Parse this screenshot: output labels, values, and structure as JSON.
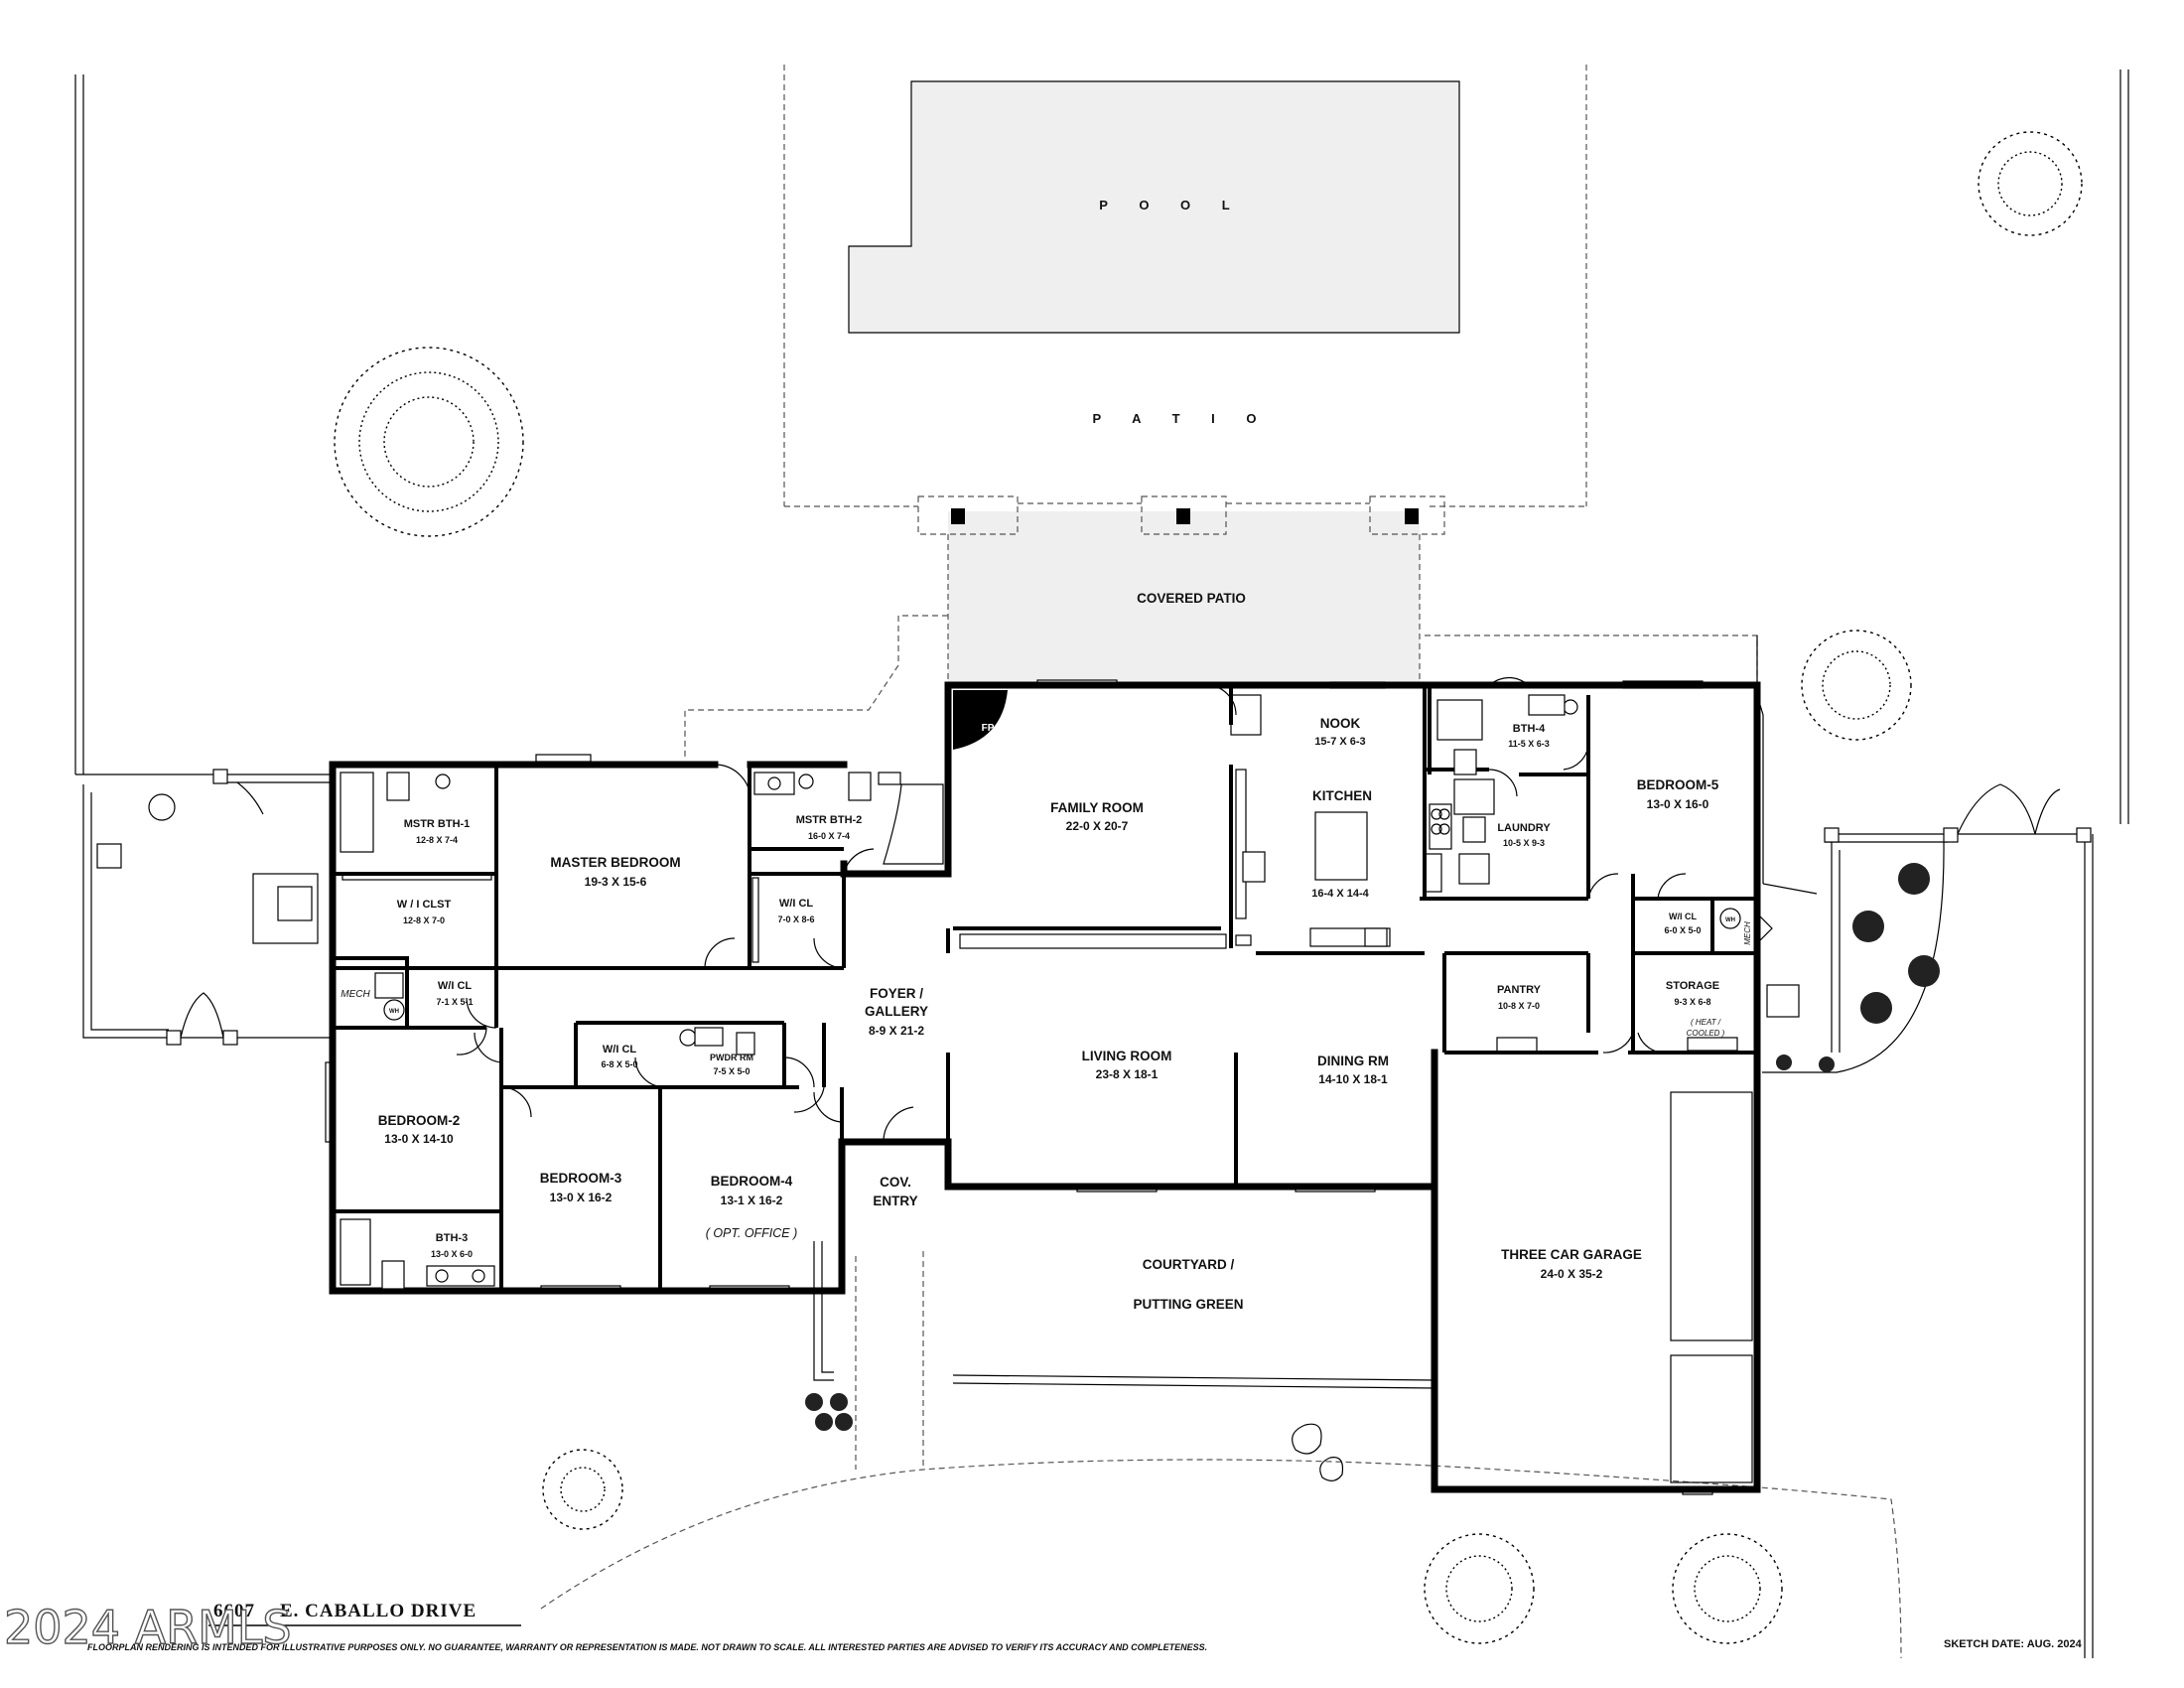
{
  "outdoor": {
    "pool": "P O O L",
    "patio": "P A T I O",
    "covered_patio": "COVERED PATIO",
    "courtyard_line1": "COURTYARD /",
    "courtyard_line2": "PUTTING GREEN"
  },
  "rooms": {
    "mstr_bth1": {
      "name": "MSTR BTH-1",
      "dims": "12-8 X 7-4"
    },
    "master_bedroom": {
      "name": "MASTER BEDROOM",
      "dims": "19-3  X  15-6"
    },
    "mstr_bth2": {
      "name": "MSTR BTH-2",
      "dims": "16-0 X 7-4"
    },
    "wi_clst": {
      "name": "W / I  CLST",
      "dims": "12-8 X 7-0"
    },
    "wi_cl_master": {
      "name": "W/I CL",
      "dims": "7-0 X 8-6"
    },
    "family_room": {
      "name": "FAMILY ROOM",
      "dims": "22-0  X  20-7"
    },
    "fp": "FP",
    "nook": {
      "name": "NOOK",
      "dims": "15-7 X 6-3"
    },
    "kitchen": {
      "name": "KITCHEN",
      "dims": "16-4 X 14-4"
    },
    "bth4": {
      "name": "BTH-4",
      "dims": "11-5 X 6-3"
    },
    "laundry": {
      "name": "LAUNDRY",
      "dims": "10-5 X 9-3"
    },
    "bedroom5": {
      "name": "BEDROOM-5",
      "dims": "13-0  X  16-0"
    },
    "wi_cl_b5": {
      "name": "W/I CL",
      "dims": "6-0 X 5-0"
    },
    "mech_right": "MECH",
    "wh_right": "WH",
    "pantry": {
      "name": "PANTRY",
      "dims": "10-8 X 7-0"
    },
    "storage": {
      "name": "STORAGE",
      "dims": "9-3 X 6-8",
      "note_1": "( HEAT /",
      "note_2": "COOLED )"
    },
    "mech_left": "MECH",
    "wh_left": "WH",
    "wi_cl_b2": {
      "name": "W/I CL",
      "dims": "7-1 X 5-1"
    },
    "foyer": {
      "name_1": "FOYER  /",
      "name_2": "GALLERY",
      "dims": "8-9 X 21-2"
    },
    "wi_cl_b3": {
      "name": "W/I CL",
      "dims": "6-8 X 5-0"
    },
    "pwdr_rm": {
      "name": "PWDR RM",
      "dims": "7-5 X 5-0"
    },
    "living_room": {
      "name": "LIVING ROOM",
      "dims": "23-8  X  18-1"
    },
    "dining_rm": {
      "name": "DINING RM",
      "dims": "14-10 X 18-1"
    },
    "bedroom2": {
      "name": "BEDROOM-2",
      "dims": "13-0  X  14-10"
    },
    "bedroom3": {
      "name": "BEDROOM-3",
      "dims": "13-0  X  16-2"
    },
    "bedroom4": {
      "name": "BEDROOM-4",
      "dims": "13-1  X  16-2",
      "note": "( OPT. OFFICE )"
    },
    "cov_entry": {
      "name_1": "COV.",
      "name_2": "ENTRY"
    },
    "bth3": {
      "name": "BTH-3",
      "dims": "13-0 X 6-0"
    },
    "garage": {
      "name": "THREE CAR GARAGE",
      "dims": "24-0  X  35-2"
    }
  },
  "footer": {
    "address": "E. CABALLO  DRIVE",
    "address_number": "6607",
    "disclaimer": "FLOORPLAN RENDERING IS INTENDED FOR ILLUSTRATIVE PURPOSES ONLY. NO GUARANTEE, WARRANTY OR REPRESENTATION IS MADE.  NOT DRAWN TO SCALE.  ALL INTERESTED PARTIES ARE ADVISED TO VERIFY ITS ACCURACY AND COMPLETENESS.",
    "sketch_date": "SKETCH DATE:   AUG. 2024",
    "watermark": "2024 ARMLS"
  }
}
